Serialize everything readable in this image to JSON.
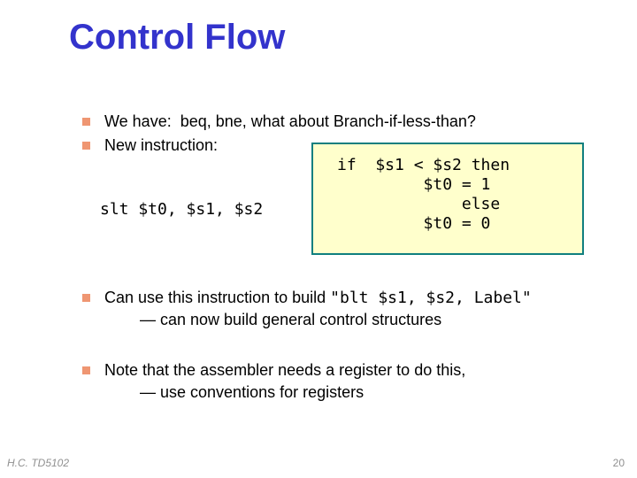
{
  "slide": {
    "title": "Control Flow",
    "bullet1": "We have:  beq, bne, what about Branch-if-less-than?",
    "bullet2": "New instruction:",
    "code_box_text": "if  $s1 < $s2 then\n         $t0 = 1\n             else\n         $t0 = 0",
    "slt_code": "slt $t0, $s1, $s2",
    "bullet3_text": "Can use this instruction to build ",
    "bullet3_code": "\"blt $s1, $s2, Label\"",
    "bullet3_sub": "— can now build general control structures",
    "bullet4_text": "Note that the assembler needs a register to do this,",
    "bullet4_sub": "— use conventions for registers",
    "footer_left": "H.C. TD5102",
    "page_number": "20",
    "colors": {
      "title_blue": "#3333cc",
      "bullet_square_orange": "#ef9672",
      "code_box_bg": "#ffffcc",
      "code_box_border": "#107f7f",
      "footer_gray": "#909090"
    }
  }
}
